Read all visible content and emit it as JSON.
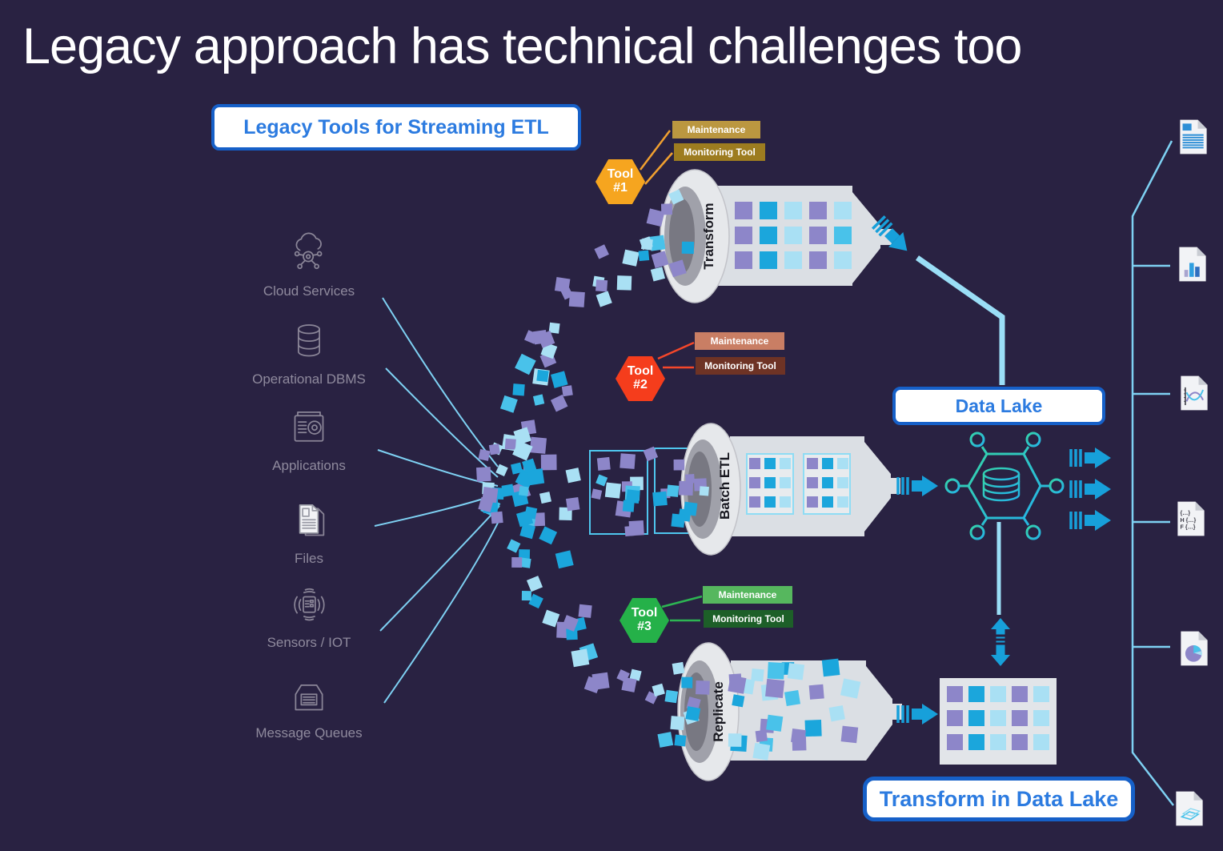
{
  "title": "Legacy approach has technical challenges too",
  "legacy_label": "Legacy Tools for Streaming ETL",
  "data_lake_label": "Data Lake",
  "transform_in_lake_label": "Transform in Data Lake",
  "sources": [
    {
      "icon": "cloud-services-icon",
      "label": "Cloud Services"
    },
    {
      "icon": "operational-dbms-icon",
      "label": "Operational DBMS"
    },
    {
      "icon": "applications-icon",
      "label": "Applications"
    },
    {
      "icon": "files-icon",
      "label": "Files"
    },
    {
      "icon": "sensors-iot-icon",
      "label": "Sensors / IOT"
    },
    {
      "icon": "message-queues-icon",
      "label": "Message Queues"
    }
  ],
  "tools": [
    {
      "name": "Tool",
      "number": "#1",
      "maintenance": "Maintenance",
      "monitoring": "Monitoring Tool",
      "color": "#f6a51f",
      "maintenance_bg": "#bb9740",
      "monitoring_bg": "#9d7c20"
    },
    {
      "name": "Tool",
      "number": "#2",
      "maintenance": "Maintenance",
      "monitoring": "Monitoring Tool",
      "color": "#f53d1c",
      "maintenance_bg": "#c97e64",
      "monitoring_bg": "#6e3325"
    },
    {
      "name": "Tool",
      "number": "#3",
      "maintenance": "Maintenance",
      "monitoring": "Monitoring Tool",
      "color": "#25b149",
      "maintenance_bg": "#56b75e",
      "monitoring_bg": "#1d5f28"
    }
  ],
  "funnels": [
    {
      "label": "Transform"
    },
    {
      "label": "Batch ETL"
    },
    {
      "label": "Replicate"
    }
  ],
  "right_docs": [
    {
      "icon": "doc-text-icon"
    },
    {
      "icon": "doc-bar-chart-icon"
    },
    {
      "icon": "doc-line-chart-icon"
    },
    {
      "icon": "doc-formula-icon",
      "glyphs": [
        "{…}",
        "H {…}",
        "F {…}"
      ]
    },
    {
      "icon": "doc-pie-chart-icon"
    },
    {
      "icon": "doc-layers-icon"
    }
  ],
  "colors": {
    "background": "#292242",
    "accent_blue": "#17a0da",
    "label_border": "#1660c8",
    "label_text": "#2c7be0",
    "line_light_blue": "#7ed1f3",
    "connector_thick": "#9adef6",
    "funnel_gray": "#dbdfe4",
    "funnel_rim": "#e6e8eb",
    "square_purple": "#8d86c9",
    "square_blue": "#1ba6dc",
    "square_pale": "#a9e0f4",
    "square_cyan": "#49c2ea",
    "lake_teal": "#2fd0b0",
    "source_icon_gray": "#8a8597"
  },
  "grids": {
    "transform": [
      [
        "purple",
        "blue",
        "pale",
        "purple",
        "pale"
      ],
      [
        "purple",
        "blue",
        "pale",
        "purple",
        "cyan"
      ],
      [
        "purple",
        "blue",
        "pale",
        "purple",
        "pale"
      ]
    ],
    "batch": [
      [
        "purple",
        "blue",
        "pale"
      ],
      [
        "purple",
        "blue",
        "pale"
      ],
      [
        "purple",
        "blue",
        "pale"
      ]
    ],
    "lake": [
      [
        "purple",
        "blue",
        "pale",
        "purple",
        "pale"
      ],
      [
        "purple",
        "blue",
        "pale",
        "purple",
        "pale"
      ],
      [
        "purple",
        "blue",
        "pale",
        "purple",
        "pale"
      ]
    ]
  }
}
